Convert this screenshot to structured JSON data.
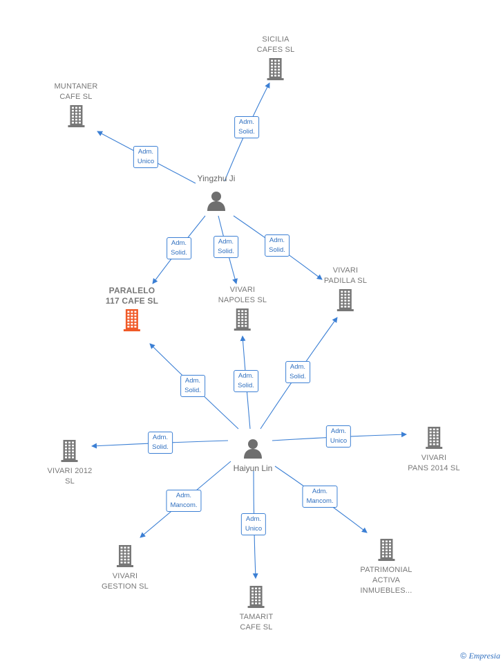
{
  "colors": {
    "edge": "#3b7fd4",
    "company": "#777777",
    "highlight": "#f05a28",
    "person": "#6f6f6f"
  },
  "people": [
    {
      "id": "p1",
      "name": "Yingzhu Ji"
    },
    {
      "id": "p2",
      "name": "Haiyun Lin"
    }
  ],
  "companies": [
    {
      "id": "c1",
      "name": "SICILIA\nCAFES  SL",
      "highlight": false
    },
    {
      "id": "c2",
      "name": "MUNTANER\nCAFE  SL",
      "highlight": false
    },
    {
      "id": "c3",
      "name": "PARALELO\n117 CAFE  SL",
      "highlight": true
    },
    {
      "id": "c4",
      "name": "VIVARI\nNAPOLES  SL",
      "highlight": false
    },
    {
      "id": "c5",
      "name": "VIVARI\nPADILLA  SL",
      "highlight": false
    },
    {
      "id": "c6",
      "name": "VIVARI 2012\nSL",
      "highlight": false
    },
    {
      "id": "c7",
      "name": "VIVARI\nPANS 2014  SL",
      "highlight": false
    },
    {
      "id": "c8",
      "name": "VIVARI\nGESTION  SL",
      "highlight": false
    },
    {
      "id": "c9",
      "name": "TAMARIT\nCAFE  SL",
      "highlight": false
    },
    {
      "id": "c10",
      "name": "PATRIMONIAL\nACTIVA\nINMUEBLES...",
      "highlight": false
    }
  ],
  "edges": [
    {
      "from": "p1",
      "to": "c1",
      "label": "Adm.\nSolid."
    },
    {
      "from": "p1",
      "to": "c2",
      "label": "Adm.\nUnico"
    },
    {
      "from": "p1",
      "to": "c3",
      "label": "Adm.\nSolid."
    },
    {
      "from": "p1",
      "to": "c4",
      "label": "Adm.\nSolid."
    },
    {
      "from": "p1",
      "to": "c5",
      "label": "Adm.\nSolid."
    },
    {
      "from": "p2",
      "to": "c3",
      "label": "Adm.\nSolid."
    },
    {
      "from": "p2",
      "to": "c4",
      "label": "Adm.\nSolid."
    },
    {
      "from": "p2",
      "to": "c5",
      "label": "Adm.\nSolid."
    },
    {
      "from": "p2",
      "to": "c6",
      "label": "Adm.\nSolid."
    },
    {
      "from": "p2",
      "to": "c7",
      "label": "Adm.\nUnico"
    },
    {
      "from": "p2",
      "to": "c8",
      "label": "Adm.\nMancom."
    },
    {
      "from": "p2",
      "to": "c9",
      "label": "Adm.\nUnico"
    },
    {
      "from": "p2",
      "to": "c10",
      "label": "Adm.\nMancom."
    }
  ],
  "footer": {
    "copyright": "©",
    "brand": "Empresia"
  }
}
